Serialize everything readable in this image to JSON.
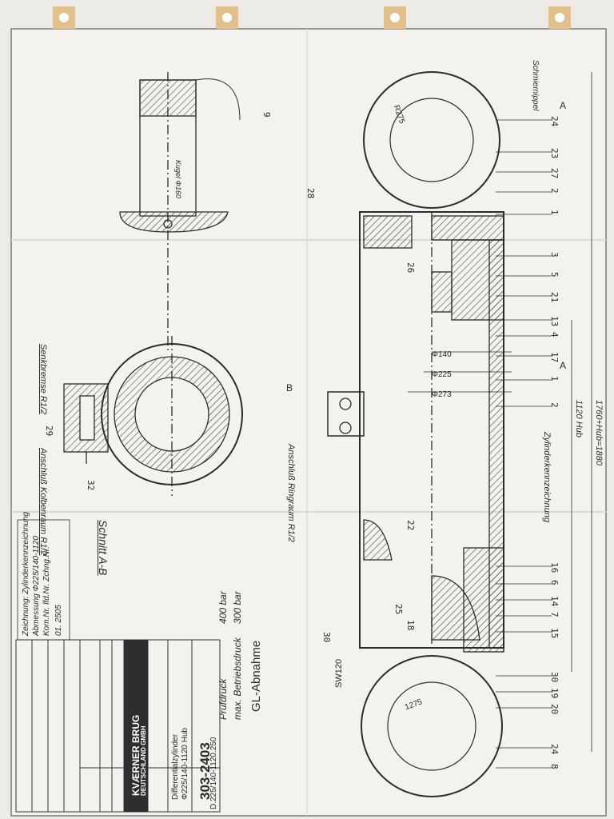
{
  "sheet": {
    "paper_color": "#f1f0ec",
    "ink_color": "#2b2b2b",
    "tab_color": "#e2c08a"
  },
  "labels": {
    "title_block": {
      "company": "KVÆRNER BRUG",
      "company_sub": "DEUTSCHLAND GMBH",
      "drawing_no": "303-2403",
      "part_name": "Differentialzylinder",
      "dimensions": "Φ225/140-1120 Hub",
      "doc_code": "D.225/140-1120.250"
    },
    "acceptance": {
      "title": "GL-Abnahme",
      "pressure_label": "max. Betriebsdruck",
      "pressure_value": "300 bar",
      "test_label": "Prüfdruck",
      "test_value": "400 bar"
    },
    "notes": [
      "Zeichnung: Zylinderkennzeichnung",
      "Abmessung Φ225/140-1120",
      "Kom.Nr.   lfd.Nr.   Zchng.Nr.",
      "01.   2505"
    ],
    "section": "Schnitt A-B",
    "brake": "Senkbremse R1/2",
    "connection": "Anschluß Kolbenraum R1/2",
    "ring_conn": "Anschluß Ringraum R1/2",
    "identifier": "Zylinderkennzeichnung",
    "stroke": "1120 Hub",
    "length": "1760+Hub=1880",
    "diam_140": "Φ140",
    "diam_225": "Φ225",
    "diam_273": "Φ273",
    "sw": "SW120",
    "r1": "R275",
    "r2": "1275",
    "grease": "Schmiernippel",
    "ball": "Kugel Φ160",
    "marker_a": "A",
    "marker_b": "B",
    "positions_top": [
      "24",
      "23",
      "27",
      "2",
      "1",
      "3",
      "5",
      "21",
      "13",
      "4",
      "17",
      "1",
      "2"
    ],
    "positions_bottom": [
      "16",
      "6",
      "14",
      "7",
      "15",
      "30",
      "19",
      "20",
      "24",
      "8"
    ],
    "left_nums": [
      "28",
      "26",
      "22",
      "25",
      "18",
      "30",
      "29",
      "32",
      "9"
    ]
  }
}
